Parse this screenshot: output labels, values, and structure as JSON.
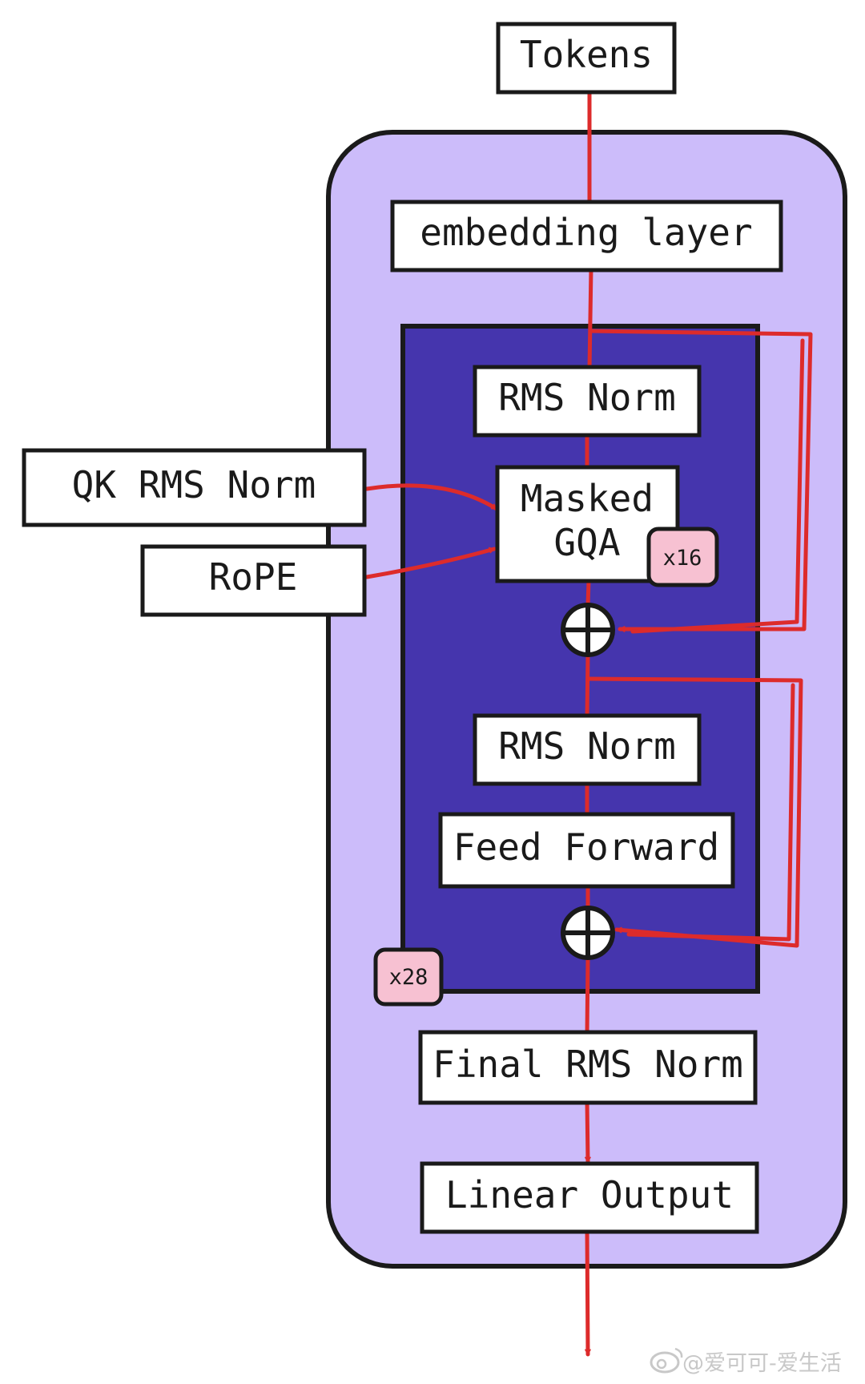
{
  "diagram": {
    "tokens_label": "Tokens",
    "embedding_label": "embedding layer",
    "block": {
      "attn_norm_label": "RMS Norm",
      "attention_label_line1": "Masked",
      "attention_label_line2": "GQA",
      "attention_heads_badge": "x16",
      "ffn_norm_label": "RMS Norm",
      "ffn_label": "Feed Forward",
      "layers_badge": "x28"
    },
    "side_inputs": {
      "qk_norm_label": "QK RMS Norm",
      "rope_label": "RoPE"
    },
    "final_norm_label": "Final RMS Norm",
    "output_label": "Linear Output"
  },
  "watermark": "@爱可可-爱生活",
  "colors": {
    "outer_panel": "#ccbcfa",
    "inner_panel": "#4535ad",
    "arrow": "#dd2b2b",
    "badge": "#f7c1d2",
    "box": "#ffffff",
    "outline": "#1a1a1a"
  },
  "icons": {
    "residual_add": "circle-plus-icon",
    "watermark_logo": "weibo-logo-icon"
  }
}
